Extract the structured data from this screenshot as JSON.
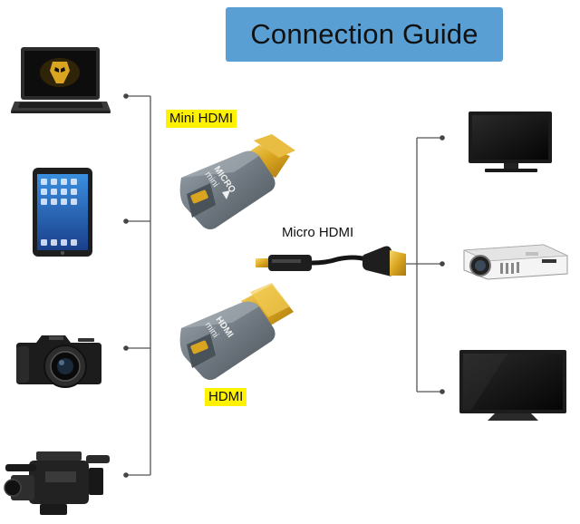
{
  "title": "Connection Guide",
  "labels": {
    "mini_hdmi": "Mini HDMI",
    "micro_hdmi": "Micro HDMI",
    "hdmi": "HDMI",
    "adapter_mini_text": [
      "MICRO",
      "mini"
    ],
    "adapter_hdmi_text": [
      "HDMI",
      "mini"
    ]
  },
  "colors": {
    "title_bg": "#5a9fd4",
    "label_highlight": "#fff200",
    "line": "#555555",
    "gold": "#d9a520",
    "adapter_body": "#6f7880"
  },
  "sources": [
    "laptop-icon",
    "tablet-icon",
    "camera-icon",
    "camcorder-icon"
  ],
  "displays": [
    "monitor-icon",
    "projector-icon",
    "tv-icon"
  ]
}
